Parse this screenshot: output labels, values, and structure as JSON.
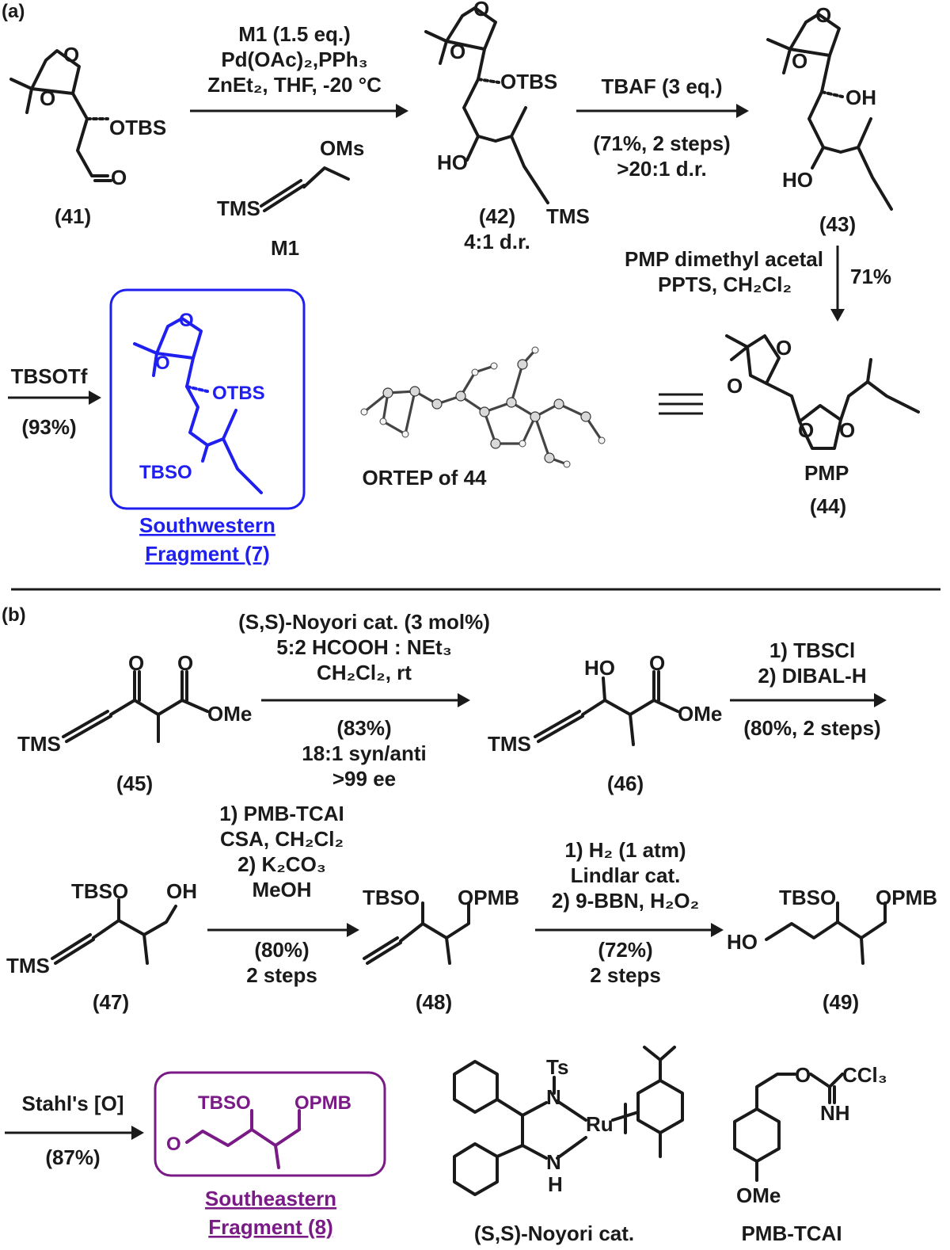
{
  "panels": {
    "a": "(a)",
    "b": "(b)"
  },
  "panel_a": {
    "step1": {
      "line1": "M1 (1.5 eq.)",
      "line2": "Pd(OAc)₂,PPh₃",
      "line3": "ZnEt₂, THF, -20 °C",
      "reagent_label": "M1"
    },
    "step2": {
      "line1": "TBAF (3 eq.)",
      "line2": "(71%, 2 steps)",
      "line3": ">20:1 d.r."
    },
    "step3": {
      "line1": "PMP dimethyl acetal",
      "line2": "PPTS, CH₂Cl₂",
      "yield": "71%"
    },
    "step4": {
      "line1": "TBSOTf",
      "line2": "(93%)"
    },
    "compound_41": "(41)",
    "compound_42": "(42)",
    "compound_42_dr": "4:1 d.r.",
    "compound_43": "(43)",
    "compound_44": "(44)",
    "ortep_caption": "ORTEP of 44",
    "fragment7_line1": "Southwestern",
    "fragment7_line2": "Fragment (7)",
    "atoms": {
      "O": "O",
      "OTBS": "OTBS",
      "OMs": "OMs",
      "TMS": "TMS",
      "OH": "OH",
      "HO": "HO",
      "TBSO": "TBSO",
      "PMP": "PMP"
    }
  },
  "panel_b": {
    "step1": {
      "line1": "(S,S)-Noyori cat. (3 mol%)",
      "line2": "5:2 HCOOH : NEt₃",
      "line3": "CH₂Cl₂, rt",
      "line4": "(83%)",
      "line5": "18:1 syn/anti",
      "line6": ">99 ee"
    },
    "step2": {
      "line1": "1) TBSCl",
      "line2": "2) DIBAL-H",
      "line3": "(80%, 2 steps)"
    },
    "step3": {
      "line1": "1) PMB-TCAI",
      "line2": "CSA, CH₂Cl₂",
      "line3": "2) K₂CO₃",
      "line4": "MeOH",
      "line5": "(80%)",
      "line6": "2 steps"
    },
    "step4": {
      "line1": "1) H₂ (1 atm)",
      "line2": "Lindlar cat.",
      "line3": "2) 9-BBN, H₂O₂",
      "line4": "(72%)",
      "line5": "2 steps"
    },
    "step5": {
      "line1": "Stahl's [O]",
      "line2": "(87%)"
    },
    "compound_45": "(45)",
    "compound_46": "(46)",
    "compound_47": "(47)",
    "compound_48": "(48)",
    "compound_49": "(49)",
    "fragment8_line1": "Southeastern",
    "fragment8_line2": "Fragment (8)",
    "noyori_label": "(S,S)-Noyori cat.",
    "pmbtcai_label": "PMB-TCAI",
    "atoms": {
      "O": "O",
      "OMe": "OMe",
      "TMS": "TMS",
      "HO": "HO",
      "OH": "OH",
      "TBSO": "TBSO",
      "OPMB": "OPMB",
      "Ts": "Ts",
      "N": "N",
      "NH": "NH",
      "H": "H",
      "Ru": "Ru",
      "CCl3": "CCl₃",
      "OMe_label": "OMe"
    }
  },
  "colors": {
    "black": "#1a1a1a",
    "fragment7": "#1f1ff0",
    "fragment8": "#7a1a86"
  }
}
